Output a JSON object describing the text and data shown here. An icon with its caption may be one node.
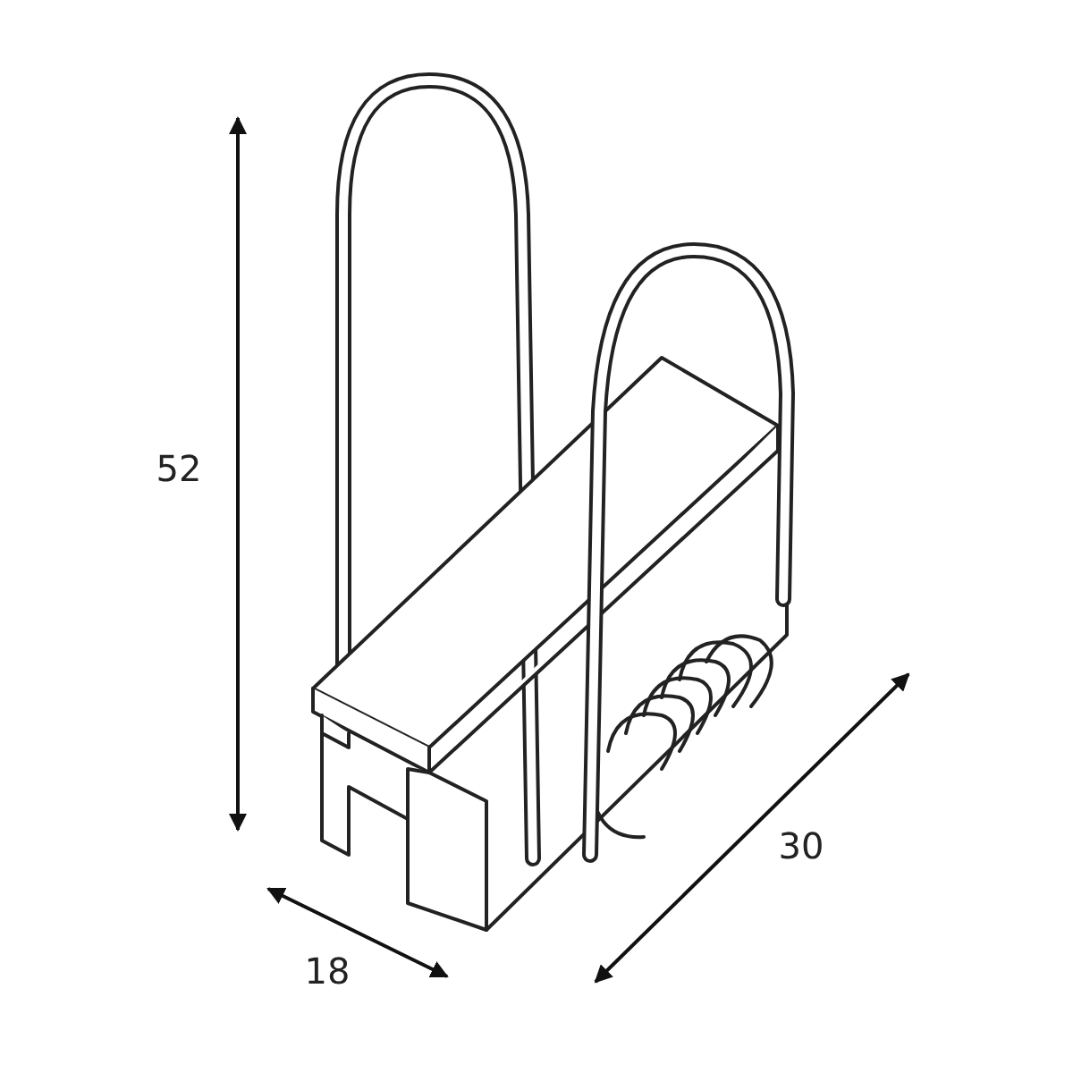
{
  "diagram": {
    "labels": [
      "52",
      "18",
      "30"
    ]
  }
}
